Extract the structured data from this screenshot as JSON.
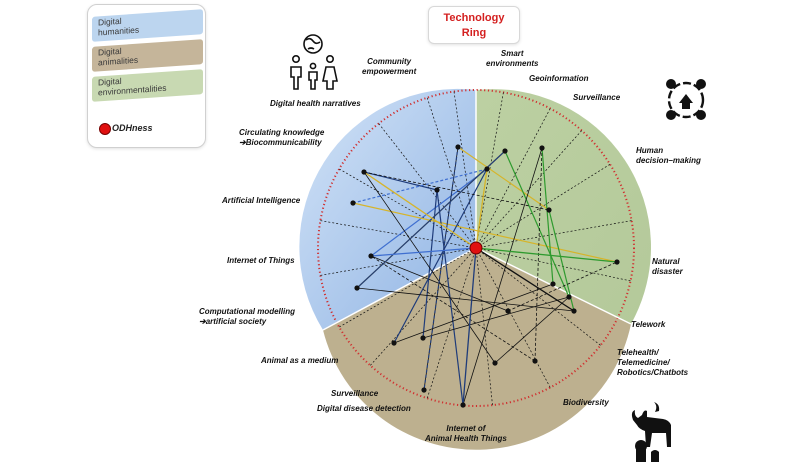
{
  "title": {
    "line1": "Technology",
    "line2": "Ring"
  },
  "legend": {
    "humanities": {
      "line1": "Digital",
      "line2": "humanities"
    },
    "animalities": {
      "line1": "Digital",
      "line2": "animalities"
    },
    "environmentalities": {
      "line1": "Digital",
      "line2": "environmentalities"
    },
    "center": "ODHness"
  },
  "labels": {
    "community_empowerment": {
      "line1": "Community",
      "line2": "empowerment"
    },
    "smart_environments": {
      "line1": "Smart",
      "line2": "environments"
    },
    "geoinformation": "Geoinformation",
    "surveillance_env": "Surveillance",
    "human_decision": {
      "line1": "Human",
      "line2": "decision–making"
    },
    "natural_disaster": {
      "line1": "Natural",
      "line2": "disaster"
    },
    "telework": "Telework",
    "telehealth": {
      "line1": "Telehealth/",
      "line2": "Telemedicine/",
      "line3": "Robotics/Chatbots"
    },
    "biodiversity": "Biodiversity",
    "ioaht": {
      "line1": "Internet of",
      "line2": "Animal Health Things"
    },
    "digital_disease_detection": "Digital disease detection",
    "surveillance_animal": "Surveillance",
    "animal_medium": "Animal as a medium",
    "computational_modelling": {
      "line1": "Computational modelling",
      "line2": "➔artificial society"
    },
    "iot": "Internet of Things",
    "ai": "Artificial Intelligence",
    "circulating": {
      "line1": "Circulating knowledge",
      "line2": "➔Biocommunicability"
    },
    "health_narratives": "Digital health narratives"
  },
  "colors": {
    "humanities": "#a9c6ec",
    "animalities": "#bdb08f",
    "environmentalities": "#bacd9e",
    "ring_dots": "#d03030",
    "center": "#e01010",
    "line_dark_blue": "#1f3c7a",
    "line_blue": "#3f6fd0",
    "line_yellow": "#d6b42a",
    "line_green": "#2e9a2e",
    "line_black": "#111111"
  },
  "icons": {
    "people": "people-globe-icon",
    "environment": "environment-cycle-icon",
    "animals": "animals-silhouette-icon"
  }
}
